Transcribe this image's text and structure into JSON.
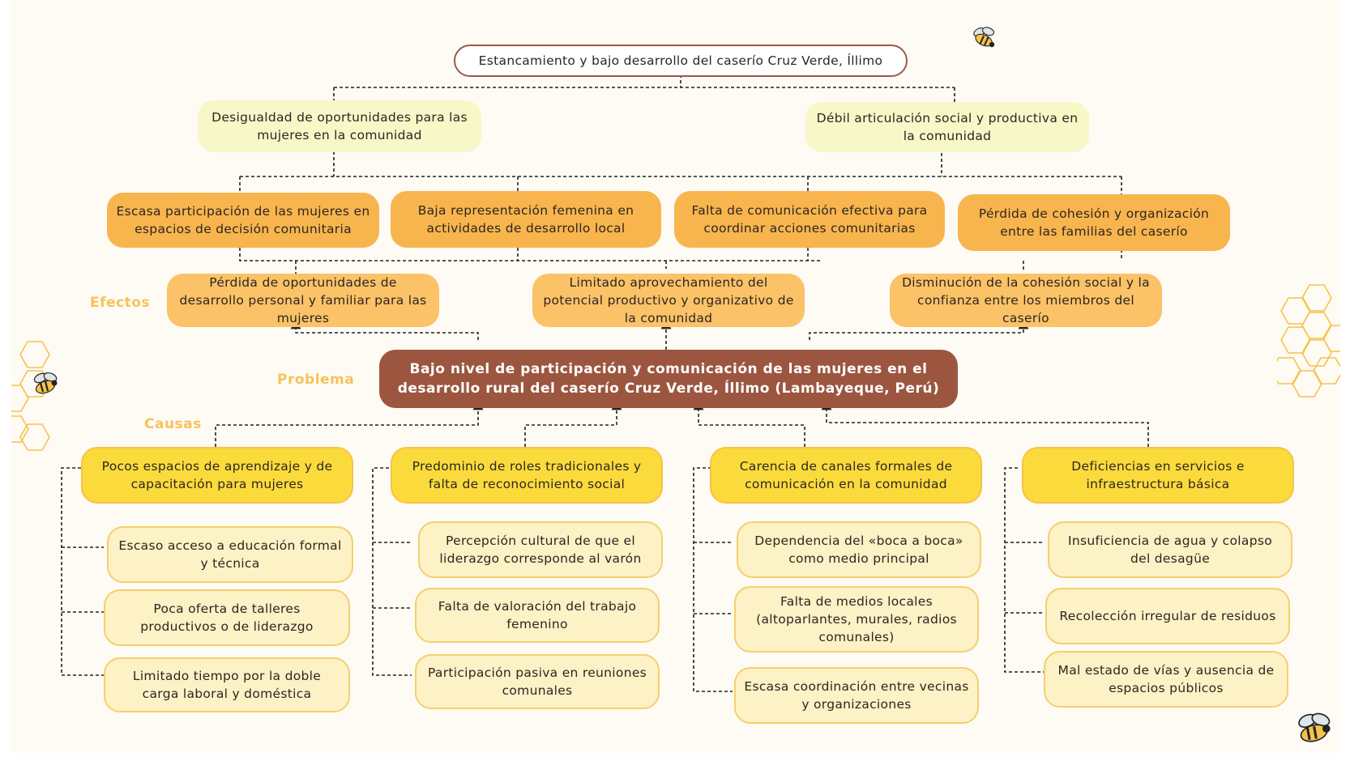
{
  "root": "Estancamiento y bajo desarrollo del caserío Cruz Verde, Íllimo",
  "labels": {
    "efectos": "Efectos",
    "problema": "Problema",
    "causas": "Causas"
  },
  "effects_level1": [
    "Desigualdad de oportunidades para las mujeres en la comunidad",
    "Débil articulación social y productiva en la comunidad"
  ],
  "effects_level2": [
    "Escasa participación de las mujeres en espacios de decisión comunitaria",
    "Baja representación femenina en actividades de desarrollo local",
    "Falta de comunicación efectiva para coordinar acciones comunitarias",
    "Pérdida de cohesión y organización entre las familias del caserío"
  ],
  "effects_level3": [
    "Pérdida de oportunidades de desarrollo personal y familiar para las mujeres",
    "Limitado aprovechamiento del potencial productivo y organizativo de la comunidad",
    "Disminución de la cohesión social y la confianza entre los miembros del caserío"
  ],
  "problem": "Bajo nivel de participación y comunicación de las mujeres en el desarrollo rural del caserío Cruz Verde, Íllimo (Lambayeque, Perú)",
  "causes": [
    {
      "title": "Pocos espacios de aprendizaje y de capacitación para mujeres",
      "subs": [
        "Escaso acceso a educación formal y técnica",
        "Poca oferta de talleres productivos o de liderazgo",
        "Limitado tiempo por la doble carga laboral y doméstica"
      ]
    },
    {
      "title": "Predominio de roles tradicionales y falta de reconocimiento social",
      "subs": [
        "Percepción cultural de que el liderazgo corresponde al varón",
        "Falta de valoración del trabajo femenino",
        "Participación pasiva en reuniones comunales"
      ]
    },
    {
      "title": "Carencia de canales formales de comunicación en la comunidad",
      "subs": [
        "Dependencia del «boca a boca» como medio principal",
        "Falta de medios locales (altoparlantes, murales, radios comunales)",
        "Escasa coordinación entre vecinas y organizaciones"
      ]
    },
    {
      "title": "Deficiencias en servicios e infraestructura básica",
      "subs": [
        "Insuficiencia de agua y colapso del desagüe",
        "Recolección irregular de residuos",
        "Mal estado de vías y ausencia de espacios públicos"
      ]
    }
  ],
  "colors": {
    "root_border": "#9a5a46",
    "effect1": "#f7f7c8",
    "effect2": "#f8b54e",
    "effect3": "#fbc268",
    "problem": "#9c5640",
    "cause": "#fbdb3c",
    "sub": "#fdf1c6",
    "label": "#f7c25a"
  },
  "decorations": [
    "bee-icon",
    "honeycomb-icon"
  ]
}
